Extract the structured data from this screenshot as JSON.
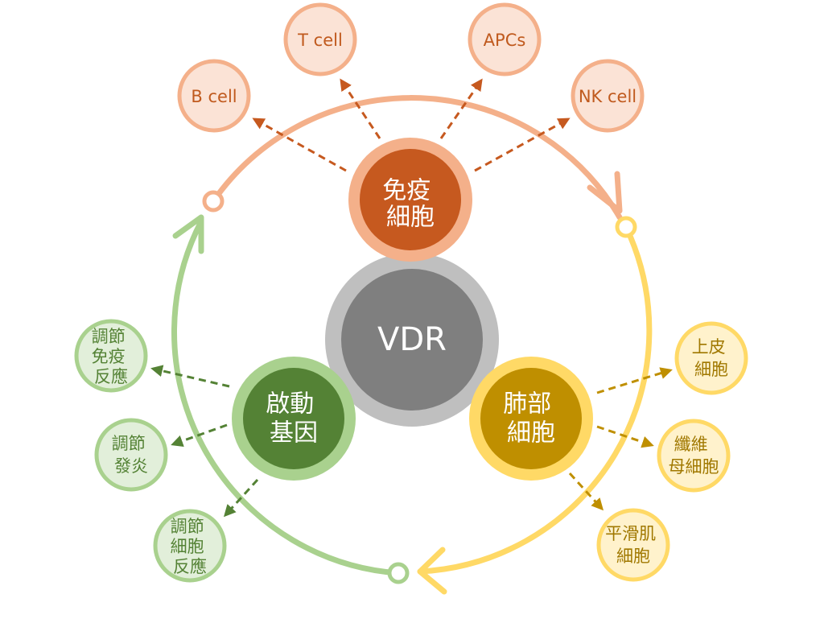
{
  "center": {
    "label": "VDR"
  },
  "hubs": {
    "immune": {
      "lines": [
        "免疫",
        "細胞"
      ]
    },
    "gene": {
      "lines": [
        "啟動",
        "基因"
      ]
    },
    "lung": {
      "lines": [
        "肺部",
        "細胞"
      ]
    }
  },
  "immune_satellites": [
    {
      "id": "b-cell",
      "lines": [
        "B cell"
      ]
    },
    {
      "id": "t-cell",
      "lines": [
        "T cell"
      ]
    },
    {
      "id": "apcs",
      "lines": [
        "APCs"
      ]
    },
    {
      "id": "nk-cell",
      "lines": [
        "NK cell"
      ]
    }
  ],
  "gene_satellites": [
    {
      "id": "regulate-immune-response",
      "lines": [
        "調節",
        "免疫",
        "反應"
      ]
    },
    {
      "id": "regulate-inflammation",
      "lines": [
        "調節",
        "發炎"
      ]
    },
    {
      "id": "regulate-cell-response",
      "lines": [
        "調節",
        "細胞",
        "反應"
      ]
    }
  ],
  "lung_satellites": [
    {
      "id": "epithelial-cell",
      "lines": [
        "上皮",
        "細胞"
      ]
    },
    {
      "id": "fibroblast",
      "lines": [
        "纖維",
        "母細胞"
      ]
    },
    {
      "id": "smooth-muscle-cell",
      "lines": [
        "平滑肌",
        "細胞"
      ]
    }
  ],
  "colors": {
    "immune_dark": "#c6591f",
    "immune_light": "#f4b08a",
    "immune_fill": "#fbe3d6",
    "immune_text": "#c05a1e",
    "gene_dark": "#4e7f2c",
    "gene_light": "#a9d18e",
    "gene_fill": "#e2efda",
    "gene_text": "#548235",
    "lung_dark": "#bf8f00",
    "lung_light": "#ffd966",
    "lung_fill": "#fff2cc",
    "lung_text": "#a07800",
    "center_dark": "#7f7f7f",
    "center_light": "#bfbfbf"
  }
}
